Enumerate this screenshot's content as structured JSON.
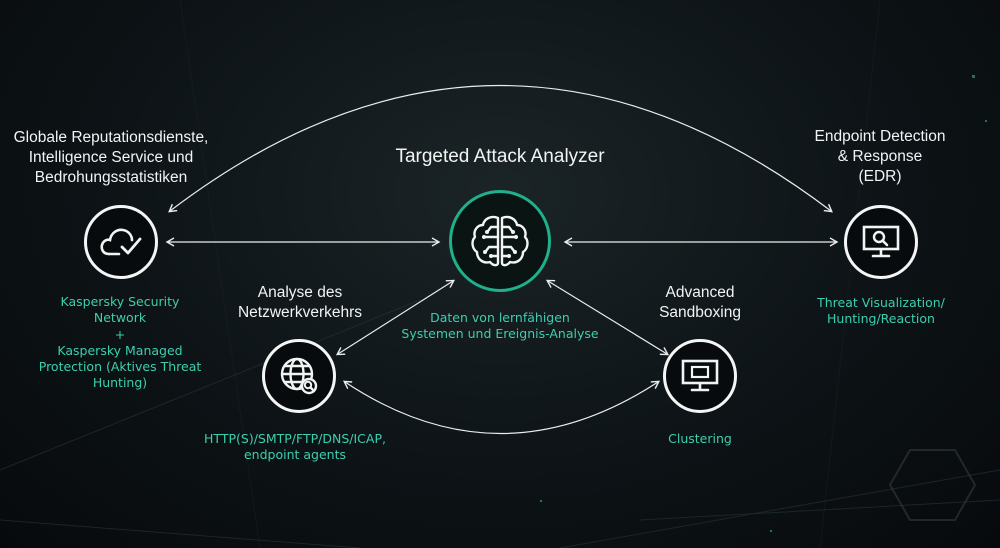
{
  "center": {
    "title": "Targeted Attack Analyzer",
    "caption_line1": "Daten von lernfähigen",
    "caption_line2": "Systemen und Ereignis-Analyse",
    "icon": "brain-circuit-icon"
  },
  "reputation": {
    "title_line1": "Globale Reputationsdienste,",
    "title_line2": "Intelligence Service und",
    "title_line3": "Bedrohungsstatistiken",
    "sub_line1": "Kaspersky Security",
    "sub_line2": "Network",
    "sub_line3": "+",
    "sub_line4": "Kaspersky Managed",
    "sub_line5": "Protection (Aktives Threat",
    "sub_line6": "Hunting)",
    "icon": "cloud-check-icon"
  },
  "edr": {
    "title_line1": "Endpoint Detection",
    "title_line2": "& Response",
    "title_line3": "(EDR)",
    "sub_line1": "Threat Visualization/",
    "sub_line2": "Hunting/Reaction",
    "icon": "monitor-search-icon"
  },
  "network": {
    "title_line1": "Analyse des",
    "title_line2": "Netzwerkverkehrs",
    "sub_line1": "HTTP(S)/SMTP/FTP/DNS/ICAP,",
    "sub_line2": "endpoint agents",
    "icon": "globe-search-icon"
  },
  "sandbox": {
    "title_line1": "Advanced",
    "title_line2": "Sandboxing",
    "sub_line1": "Clustering",
    "icon": "monitor-icon"
  },
  "colors": {
    "accent": "#3ccfae",
    "center_ring": "#1fb08c",
    "text": "#f2f4f4"
  }
}
